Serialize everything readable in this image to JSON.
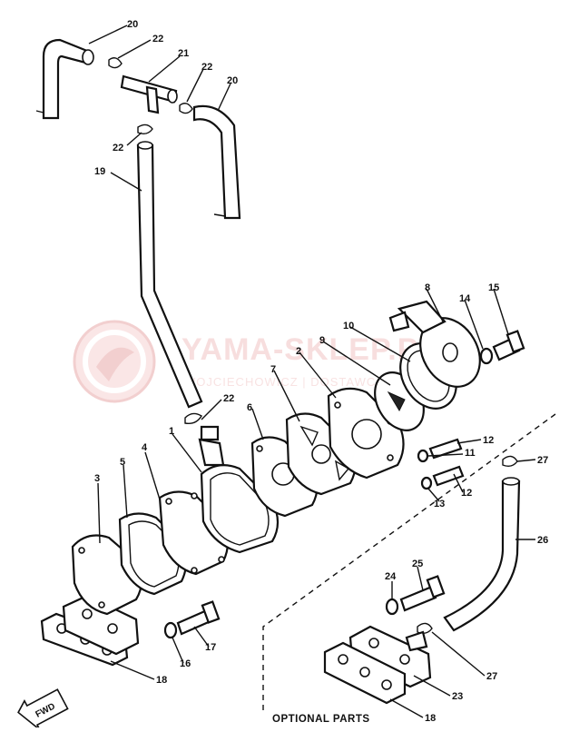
{
  "watermark": {
    "brand": "YAMA-SKLEP.PL",
    "tagline": "WOJCIECHOWICZ | DOSTAWCA YAMAHA",
    "color": "#e05a5a"
  },
  "caption": "OPTIONAL PARTS",
  "fwd_badge": "FWD",
  "callouts": {
    "c1": "1",
    "c2": "2",
    "c3": "3",
    "c4": "4",
    "c5": "5",
    "c6": "6",
    "c7": "7",
    "c8": "8",
    "c9": "9",
    "c10": "10",
    "c11": "11",
    "c12a": "12",
    "c12b": "12",
    "c13": "13",
    "c14": "14",
    "c15": "15",
    "c16": "16",
    "c17": "17",
    "c18a": "18",
    "c18b": "18",
    "c19": "19",
    "c20a": "20",
    "c20b": "20",
    "c21": "21",
    "c22a": "22",
    "c22b": "22",
    "c22c": "22",
    "c22d": "22",
    "c23": "23",
    "c24": "24",
    "c25": "25",
    "c26": "26",
    "c27a": "27",
    "c27b": "27"
  }
}
